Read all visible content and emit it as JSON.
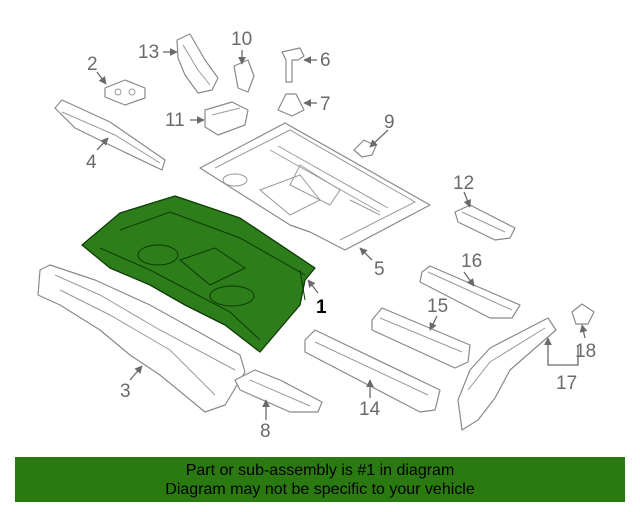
{
  "callouts": {
    "c1": "1",
    "c2": "2",
    "c3": "3",
    "c4": "4",
    "c5": "5",
    "c6": "6",
    "c7": "7",
    "c8": "8",
    "c9": "9",
    "c10": "10",
    "c11": "11",
    "c12": "12",
    "c13": "13",
    "c14": "14",
    "c15": "15",
    "c16": "16",
    "c17": "17",
    "c18": "18"
  },
  "highlight_color": "#2d7d1a",
  "banner": {
    "line1": "Part or sub-assembly is #1 in diagram",
    "line2": "Diagram may not be specific to your vehicle",
    "background": "#2b7a11"
  }
}
